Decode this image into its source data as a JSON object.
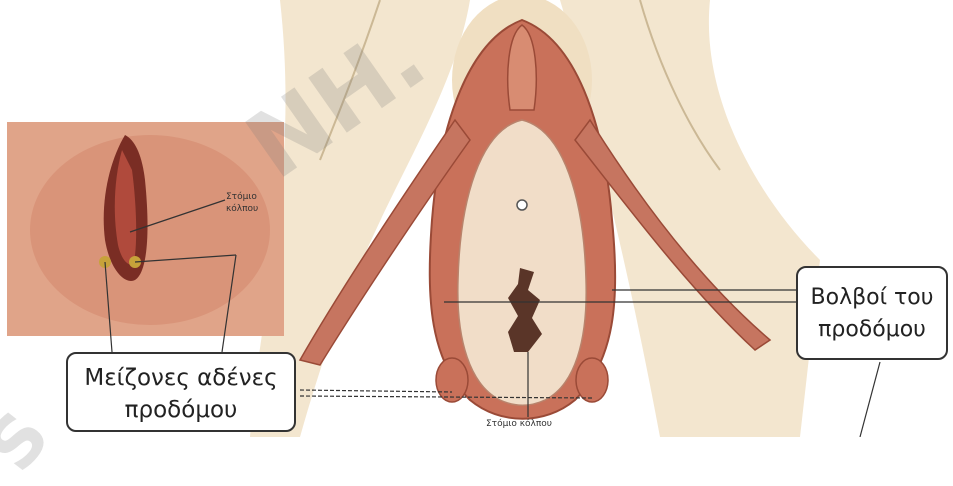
{
  "labels": {
    "inset_vaginal_opening": [
      "Στόμιο",
      "κόλπου"
    ],
    "bottom_vaginal_opening": "Στόμιο κόλπου",
    "bulbs_callout": [
      "Βολβοί του",
      "προδόμου"
    ],
    "glands_callout": [
      "Μείζονες αδένες",
      "προδόμου"
    ]
  },
  "watermark": {
    "top_text": "NH.",
    "left_text": "S"
  },
  "colors": {
    "skin_light": "#f3e6cf",
    "skin_shadow": "#e2cfae",
    "labia_red": "#c9715a",
    "labia_dark": "#9a4a37",
    "inner_pale": "#f1ddc8",
    "opening_dark": "#5a3528",
    "inset_bg": "#e0a489",
    "inset_dark": "#7a2d24",
    "line": "#333333"
  }
}
